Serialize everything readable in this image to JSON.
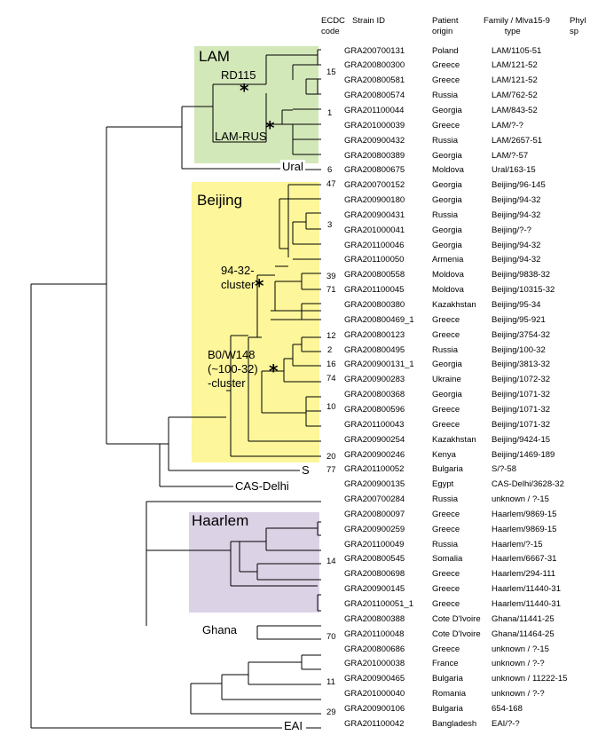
{
  "headers": {
    "ecdc_code": "ECDC\ncode",
    "strain_id": "Strain ID",
    "patient_origin": "Patient\norigin",
    "family": "Family / Mlva15-9\n         type",
    "phyl": "Phyl\nsp"
  },
  "clades": {
    "lam": "LAM",
    "beijing": "Beijing",
    "haarlem": "Haarlem"
  },
  "labels": {
    "rd115": "RD115",
    "lam_rus": "LAM-RUS",
    "ural": "Ural",
    "cluster_94_32": "94-32-\ncluster",
    "b0_w148": "B0/W148\n(~100-32)\n-cluster",
    "s": "S",
    "cas_delhi": "CAS-Delhi",
    "ghana": "Ghana",
    "eai": "EAI",
    "star": "*"
  },
  "codes": [
    "15",
    "1",
    "6",
    "47",
    "3",
    "39",
    "71",
    "12",
    "2",
    "16",
    "74",
    "10",
    "20",
    "77",
    "14",
    "70",
    "11",
    "29"
  ],
  "rows": [
    {
      "strain": "GRA200700131",
      "origin": "Poland",
      "family": "LAM/1105-51"
    },
    {
      "strain": "GRA200800300",
      "origin": "Greece",
      "family": "LAM/121-52"
    },
    {
      "strain": "GRA200800581",
      "origin": "Greece",
      "family": "LAM/121-52"
    },
    {
      "strain": "GRA200800574",
      "origin": "Russia",
      "family": "LAM/762-52"
    },
    {
      "strain": "GRA201100044",
      "origin": "Georgia",
      "family": "LAM/843-52"
    },
    {
      "strain": "GRA201000039",
      "origin": "Greece",
      "family": "LAM/?-?"
    },
    {
      "strain": "GRA200900432",
      "origin": "Russia",
      "family": "LAM/2657-51"
    },
    {
      "strain": "GRA200800389",
      "origin": "Georgia",
      "family": "LAM/?-57"
    },
    {
      "strain": "GRA200800675",
      "origin": "Moldova",
      "family": "Ural/163-15"
    },
    {
      "strain": "GRA200700152",
      "origin": "Georgia",
      "family": "Beijing/96-145"
    },
    {
      "strain": "GRA200900180",
      "origin": "Georgia",
      "family": "Beijing/94-32"
    },
    {
      "strain": "GRA200900431",
      "origin": "Russia",
      "family": "Beijing/94-32"
    },
    {
      "strain": "GRA201000041",
      "origin": "Georgia",
      "family": "Beijing/?-?"
    },
    {
      "strain": "GRA201100046",
      "origin": "Georgia",
      "family": "Beijing/94-32"
    },
    {
      "strain": "GRA201100050",
      "origin": "Armenia",
      "family": "Beijing/94-32"
    },
    {
      "strain": "GRA200800558",
      "origin": "Moldova",
      "family": "Beijing/9838-32"
    },
    {
      "strain": "GRA201100045",
      "origin": "Moldova",
      "family": "Beijing/10315-32"
    },
    {
      "strain": "GRA200800380",
      "origin": "Kazakhstan",
      "family": "Beijing/95-34"
    },
    {
      "strain": "GRA200800469_1",
      "origin": "Greece",
      "family": "Beijing/95-921"
    },
    {
      "strain": "GRA200800123",
      "origin": "Greece",
      "family": "Beijing/3754-32"
    },
    {
      "strain": "GRA200800495",
      "origin": "Russia",
      "family": "Beijing/100-32"
    },
    {
      "strain": "GRA200900131_1",
      "origin": "Georgia",
      "family": "Beijing/3813-32"
    },
    {
      "strain": "GRA200900283",
      "origin": "Ukraine",
      "family": "Beijing/1072-32"
    },
    {
      "strain": "GRA200800368",
      "origin": "Georgia",
      "family": "Beijing/1071-32"
    },
    {
      "strain": "GRA200800596",
      "origin": "Greece",
      "family": "Beijing/1071-32"
    },
    {
      "strain": "GRA201100043",
      "origin": "Greece",
      "family": "Beijing/1071-32"
    },
    {
      "strain": "GRA200900254",
      "origin": "Kazakhstan",
      "family": "Beijing/9424-15"
    },
    {
      "strain": "GRA200900246",
      "origin": "Kenya",
      "family": "Beijing/1469-189"
    },
    {
      "strain": "GRA201100052",
      "origin": "Bulgaria",
      "family": "S/?-58"
    },
    {
      "strain": "GRA200900135",
      "origin": "Egypt",
      "family": "CAS-Delhi/3628-32"
    },
    {
      "strain": "GRA200700284",
      "origin": "Russia",
      "family": "unknown / ?-15"
    },
    {
      "strain": "GRA200800097",
      "origin": "Greece",
      "family": "Haarlem/9869-15"
    },
    {
      "strain": "GRA200900259",
      "origin": "Greece",
      "family": "Haarlem/9869-15"
    },
    {
      "strain": "GRA201100049",
      "origin": "Russia",
      "family": "Haarlem/?-15"
    },
    {
      "strain": "GRA200800545",
      "origin": "Somalia",
      "family": "Haarlem/6667-31"
    },
    {
      "strain": "GRA200800698",
      "origin": "Greece",
      "family": "Haarlem/294-111"
    },
    {
      "strain": "GRA200900145",
      "origin": "Greece",
      "family": "Haarlem/11440-31"
    },
    {
      "strain": "GRA201100051_1",
      "origin": "Greece",
      "family": "Haarlem/11440-31"
    },
    {
      "strain": "GRA200800388",
      "origin": "Cote D'Ivoire",
      "family": "Ghana/11441-25"
    },
    {
      "strain": "GRA201100048",
      "origin": "Cote D'Ivoire",
      "family": "Ghana/11464-25"
    },
    {
      "strain": "GRA200800686",
      "origin": "Greece",
      "family": "unknown / ?-15"
    },
    {
      "strain": "GRA201000038",
      "origin": "France",
      "family": "unknown / ?-?"
    },
    {
      "strain": "GRA200900465",
      "origin": "Bulgaria",
      "family": "unknown / 11222-15"
    },
    {
      "strain": "GRA201000040",
      "origin": "Romania",
      "family": "unknown / ?-?"
    },
    {
      "strain": "GRA200900106",
      "origin": "Bulgaria",
      "family": "654-168"
    },
    {
      "strain": "GRA201100042",
      "origin": "Bangladesh",
      "family": "EAI/?-?"
    }
  ],
  "colors": {
    "lam_box": "#d3e8b9",
    "beijing_box": "#fdf69a",
    "haarlem_box": "#dcd2e6",
    "line": "#000000"
  }
}
